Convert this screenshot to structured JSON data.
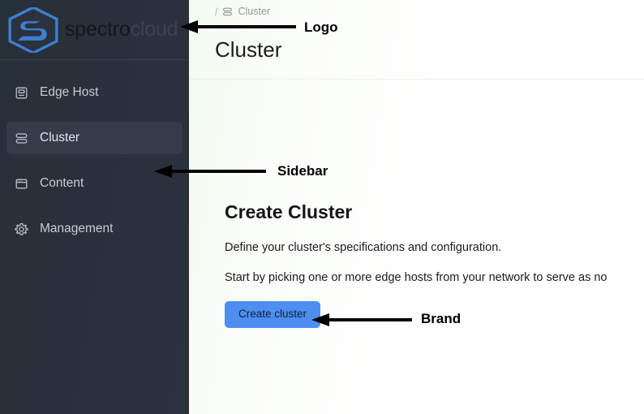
{
  "sidebar": {
    "brand": {
      "logo_icon": "spectro-cloud-hexagon-logo",
      "name_part1": "spectro",
      "name_part2": "cloud"
    },
    "items": [
      {
        "label": "Edge Host",
        "icon": "edge-host-icon",
        "active": false
      },
      {
        "label": "Cluster",
        "icon": "cluster-icon",
        "active": true
      },
      {
        "label": "Content",
        "icon": "content-icon",
        "active": false
      },
      {
        "label": "Management",
        "icon": "gear-icon",
        "active": false
      }
    ]
  },
  "breadcrumb": {
    "separator": "/",
    "icon": "cluster-icon",
    "label": "Cluster"
  },
  "header": {
    "title": "Cluster"
  },
  "main": {
    "section_title": "Create Cluster",
    "paragraph_1": "Define your cluster's specifications and configuration.",
    "paragraph_2": "Start by picking one or more edge hosts from your network to serve as no",
    "create_button": "Create cluster"
  },
  "annotations": [
    {
      "label": "Logo"
    },
    {
      "label": "Sidebar"
    },
    {
      "label": "Brand"
    }
  ],
  "colors": {
    "sidebar_bg": "#2a303b",
    "sidebar_active": "#343c49",
    "logo_blue": "#3c7fd4",
    "button_blue": "#4d8ef0",
    "content_bg": "#ffffff",
    "annotation": "#000000"
  }
}
